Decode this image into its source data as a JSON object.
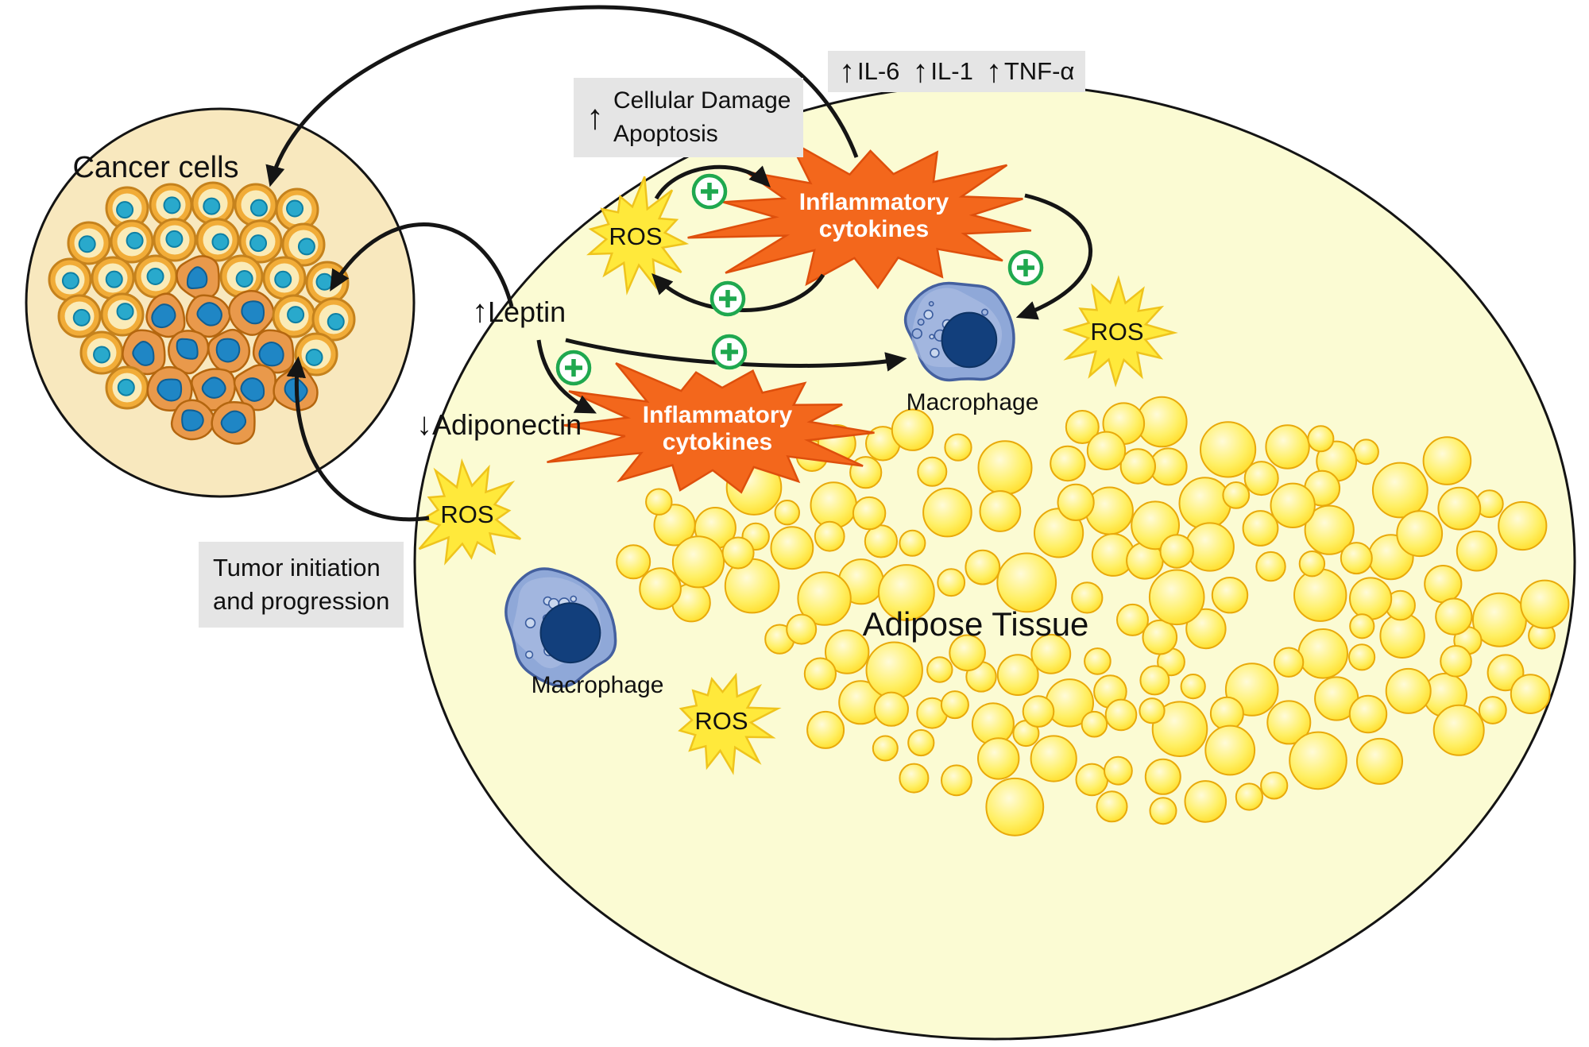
{
  "cancer": {
    "label": "Cancer cells"
  },
  "adipose": {
    "label": "Adipose Tissue"
  },
  "labels": {
    "ros": "ROS",
    "inflammatory_line1": "Inflammatory",
    "inflammatory_line2": "cytokines",
    "macrophage_upper": "Macrophage",
    "macrophage_lower": "Macrophage",
    "leptin": {
      "arrow": "↑",
      "text": "Leptin"
    },
    "adiponectin": {
      "arrow": "↓",
      "text": "Adiponectin"
    }
  },
  "boxes": {
    "cellular_damage": {
      "arrow": "↑",
      "line1": "Cellular Damage",
      "line2": "Apoptosis"
    },
    "tumor": {
      "line1": "Tumor initiation",
      "line2": "and progression"
    },
    "markers": {
      "up": "↑",
      "items": [
        "IL-6",
        "IL-1",
        "TNF-α"
      ]
    }
  },
  "colors": {
    "environment_fill": "#FBFBD3",
    "cancer_circle_fill": "#F8E8BE",
    "outline": "#141414",
    "arrow_color": "#151515",
    "ros_fill": "#FFE93B",
    "ros_stroke": "#EFC41D",
    "cytokine_fill": "#F3671C",
    "cytokine_stroke": "#DE4F0C",
    "plus_green": "#1FA84F",
    "macrophage_fill": "#8FA8D8",
    "macrophage_stroke": "#44609F",
    "macrophage_nucleus": "#123F7C",
    "adipocyte_stroke": "#E9A90B",
    "box_gray": "#E5E5E5",
    "cell_ring": "#F1AC38",
    "cell_ring_stroke": "#C5821D",
    "cell_inner": "#FAEBB8",
    "cell_nucleus": "#29A9CC",
    "tumor_cell_fill": "#E9994B",
    "tumor_cell_stroke": "#B4660F",
    "tumor_nucleus": "#1F86C5"
  }
}
